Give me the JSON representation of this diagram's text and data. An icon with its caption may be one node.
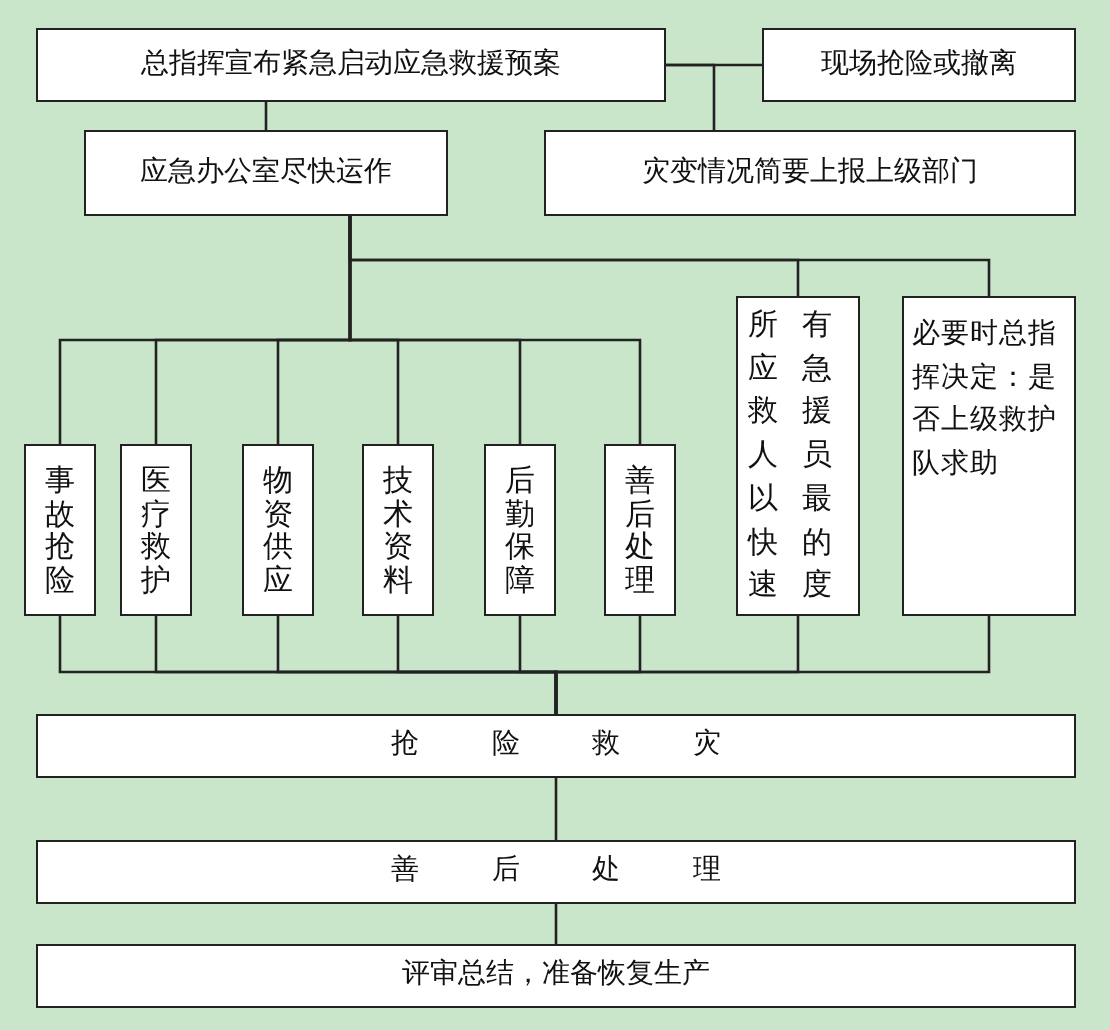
{
  "diagram": {
    "nodes": [
      {
        "text": [
          "总指挥宣布紧急启动应急救援预案"
        ]
      },
      {
        "text": [
          "现场抢险或撤离"
        ]
      },
      {
        "text": [
          "应急办公室尽快运作"
        ]
      },
      {
        "text": [
          "灾变情况简要上报上级部门"
        ]
      },
      {
        "text": [
          "事故抢险"
        ]
      },
      {
        "text": [
          "医疗救护"
        ]
      },
      {
        "text": [
          "物资供应"
        ]
      },
      {
        "text": [
          "技术资料"
        ]
      },
      {
        "text": [
          "后勤保障"
        ]
      },
      {
        "text": [
          "善后处理"
        ]
      },
      {
        "text": [
          "所有应急救援人员以最快的速度"
        ]
      },
      {
        "text": [
          "必要时总指挥决定：是否上级救护队求助"
        ]
      },
      {
        "text": [
          "抢险救灾"
        ]
      },
      {
        "text": [
          "善后处理"
        ]
      },
      {
        "text": [
          "评审总结，准备恢复生产"
        ]
      }
    ],
    "edges": [
      {
        "from": 0,
        "to": 1,
        "arrow": "none"
      },
      {
        "from": 0,
        "to": 3,
        "arrow": "none"
      },
      {
        "from": 0,
        "to": 2,
        "arrow": "none"
      },
      {
        "from": 2,
        "to": 4,
        "arrow": "none"
      },
      {
        "from": 2,
        "to": 5,
        "arrow": "none"
      },
      {
        "from": 2,
        "to": 6,
        "arrow": "none"
      },
      {
        "from": 2,
        "to": 7,
        "arrow": "none"
      },
      {
        "from": 2,
        "to": 8,
        "arrow": "none"
      },
      {
        "from": 2,
        "to": 9,
        "arrow": "none"
      },
      {
        "from": 2,
        "to": 10,
        "arrow": "none"
      },
      {
        "from": 2,
        "to": 11,
        "arrow": "none"
      },
      {
        "from": 4,
        "to": 12,
        "arrow": "none"
      },
      {
        "from": 5,
        "to": 12,
        "arrow": "none"
      },
      {
        "from": 6,
        "to": 12,
        "arrow": "none"
      },
      {
        "from": 7,
        "to": 12,
        "arrow": "none"
      },
      {
        "from": 8,
        "to": 12,
        "arrow": "none"
      },
      {
        "from": 9,
        "to": 12,
        "arrow": "none"
      },
      {
        "from": 10,
        "to": 12,
        "arrow": "none"
      },
      {
        "from": 11,
        "to": 12,
        "arrow": "none"
      },
      {
        "from": 12,
        "to": 13,
        "arrow": "none"
      },
      {
        "from": 13,
        "to": 14,
        "arrow": "none"
      }
    ]
  }
}
